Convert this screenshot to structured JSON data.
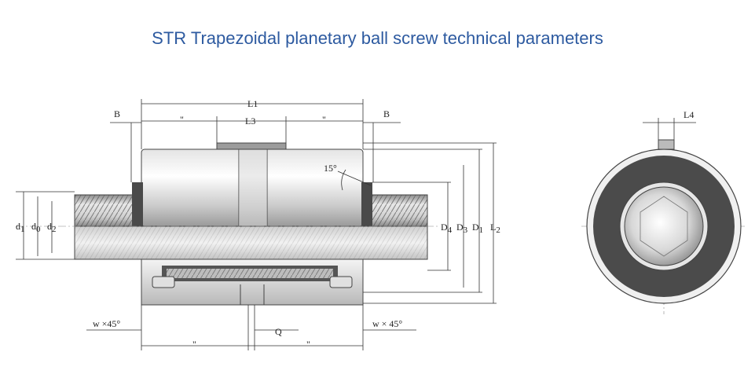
{
  "title": "STR Trapezoidal planetary ball screw technical parameters",
  "labels": {
    "B_left": "B",
    "B_right": "B",
    "L1": "L1",
    "L3": "L3",
    "L4": "L4",
    "angle": "15°",
    "D4": "D",
    "D4_sub": "4",
    "D3": "D",
    "D3_sub": "3",
    "D1": "D",
    "D1_sub": "1",
    "L2": "L",
    "L2_sub": "2",
    "d1": "d",
    "d1_sub": "1",
    "d0": "d",
    "d0_sub": "0",
    "d2": "d",
    "d2_sub": "2",
    "w_left": "w ×45°",
    "w_right": "w × 45°",
    "Q": "Q",
    "dash1": "\"",
    "dash2": "\"",
    "dash3": "\"",
    "dash4": "\""
  },
  "colors": {
    "title": "#2d5aa0",
    "line": "#333333"
  }
}
